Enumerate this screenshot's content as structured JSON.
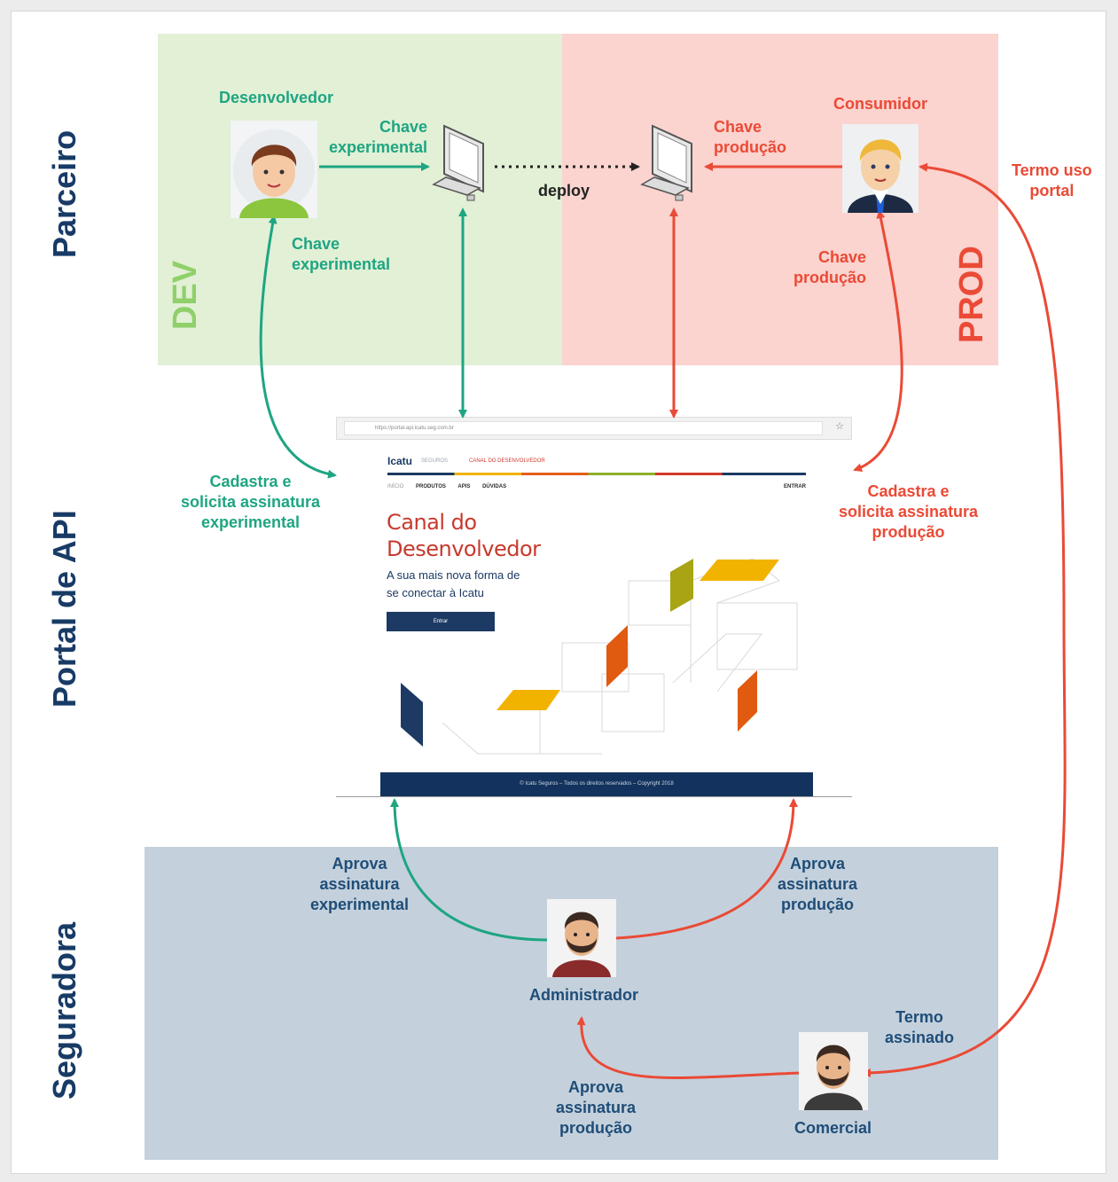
{
  "rows": [
    "Parceiro",
    "Portal de API",
    "Seguradora"
  ],
  "environments": {
    "dev": "DEV",
    "prod": "PROD"
  },
  "actors": {
    "desenvolvedor": "Desenvolvedor",
    "consumidor": "Consumidor",
    "administrador": "Administrador",
    "comercial": "Comercial"
  },
  "labels": {
    "chave_exp_top": "Chave\nexperimental",
    "chave_exp_left": "Chave\nexperimental",
    "deploy": "deploy",
    "chave_prod_top": "Chave\nprodução",
    "chave_prod_right": "Chave\nprodução",
    "termo_uso": "Termo uso\nportal",
    "cadastra_exp": "Cadastra e\nsolicita assinatura\nexperimental",
    "cadastra_prod": "Cadastra e\nsolicita assinatura\nprodução",
    "aprova_exp": "Aprova\nassinatura\nexperimental",
    "aprova_prod_right": "Aprova\nassinatura\nprodução",
    "termo_assinado": "Termo\nassinado",
    "aprova_prod_bottom": "Aprova\nassinatura\nprodução"
  },
  "portal": {
    "url": "https://portal-api.icatu.seg.com.br",
    "brand": "Icatu",
    "brand_sub": "SEGUROS",
    "top_tag": "CANAL DO DESENVOLVEDOR",
    "menu": [
      "INÍCIO",
      "PRODUTOS",
      "APIS",
      "DÚVIDAS"
    ],
    "menu_right": "ENTRAR",
    "title": "Canal do\nDesenvolvedor",
    "subtitle": "A sua mais nova forma de\nse conectar à Icatu",
    "button": "Entrar",
    "footer": "© Icatu Seguros – Todos os direitos reservados – Copyright 2018"
  },
  "colors": {
    "dev_text": "#1ea582",
    "prod_text": "#ea4a36",
    "seg_text": "#1f4d78",
    "dev_bg": "#e2f0d6",
    "prod_bg": "#fbd3cf",
    "seg_bg": "#c4d1dc"
  }
}
